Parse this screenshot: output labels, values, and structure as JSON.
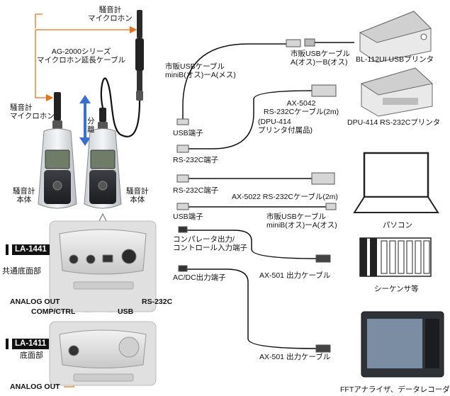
{
  "top_mic": {
    "label": "騒音計\nマイクロホン"
  },
  "ext_cable": {
    "label": "AG-2000シリーズ\nマイクロホン延長ケーブル"
  },
  "left_mic": {
    "label": "騒音計\nマイクロホン"
  },
  "separate": {
    "label": "分\n離"
  },
  "body_left": {
    "label": "騒音計\n本体"
  },
  "body_right": {
    "label": "騒音計\n本体"
  },
  "la1441": {
    "tag": "LA-1441",
    "desc": "共通底面部"
  },
  "la1411": {
    "tag": "LA-1411",
    "desc": "底面部"
  },
  "ports": {
    "analog_out": "ANALOG OUT",
    "comp_ctrl": "COMP/CTRL",
    "usb": "USB",
    "rs232c": "RS-232C",
    "analog_out_1411": "ANALOG OUT"
  },
  "terminals": {
    "usb": "USB端子",
    "rs232c_1": "RS-232C端子",
    "rs232c_2": "RS-232C端子",
    "usb_2": "USB端子",
    "comparator": "コンパレータ出力/\nコントロール入力端子",
    "acdc": "AC/DC出力端子"
  },
  "cables": {
    "usb_mini": "市販USBケーブル\nminiB(オス)ーA(メス)",
    "usb_ab": "市販USBケーブル\nA(オス)ーB(オス)",
    "ax5042": "AX-5042\nRS-232Cケーブル(2m)",
    "ax5042_note": "(DPU-414\nプリンタ付属品)",
    "ax5022": "AX-5022 RS-232Cケーブル(2m)",
    "usb_mini_a": "市販USBケーブル\nminiB(オス)ーA(オス)",
    "ax501_1": "AX-501 出力ケーブル",
    "ax501_2": "AX-501 出力ケーブル"
  },
  "devices": {
    "bl112": "BL-112UI USBプリンタ",
    "dpu414": "DPU-414 RS-232Cプリンタ",
    "pc": "パソコン",
    "plc": "シーケンサ等",
    "fft": "FFTアナライザ、データレコーダ"
  },
  "colors": {
    "accent": "#e8721c",
    "arrow": "#3a6fd0",
    "cable": "#111111"
  }
}
